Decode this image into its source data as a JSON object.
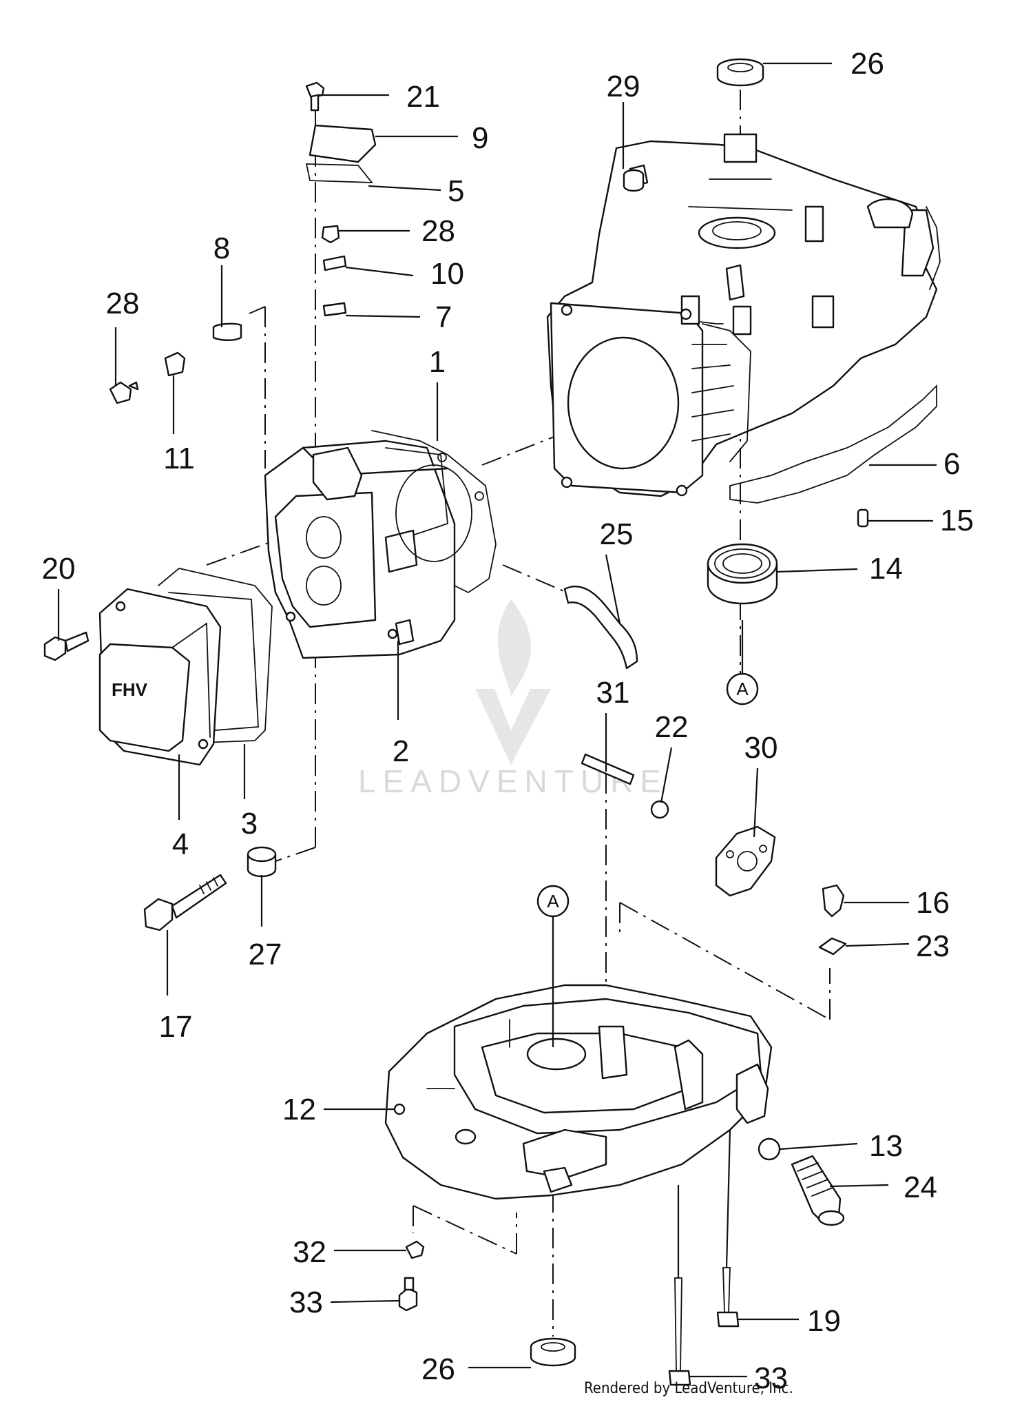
{
  "callouts": [
    {
      "id": "c26a",
      "label": "26"
    },
    {
      "id": "c29",
      "label": "29"
    },
    {
      "id": "c21",
      "label": "21"
    },
    {
      "id": "c9",
      "label": "9"
    },
    {
      "id": "c5",
      "label": "5"
    },
    {
      "id": "c28a",
      "label": "28"
    },
    {
      "id": "c10",
      "label": "10"
    },
    {
      "id": "c7",
      "label": "7"
    },
    {
      "id": "c8",
      "label": "8"
    },
    {
      "id": "c28b",
      "label": "28"
    },
    {
      "id": "c11",
      "label": "11"
    },
    {
      "id": "c1",
      "label": "1"
    },
    {
      "id": "c6",
      "label": "6"
    },
    {
      "id": "c15",
      "label": "15"
    },
    {
      "id": "c14",
      "label": "14"
    },
    {
      "id": "c25",
      "label": "25"
    },
    {
      "id": "c20",
      "label": "20"
    },
    {
      "id": "c2",
      "label": "2"
    },
    {
      "id": "c31",
      "label": "31"
    },
    {
      "id": "c22",
      "label": "22"
    },
    {
      "id": "c30",
      "label": "30"
    },
    {
      "id": "c3",
      "label": "3"
    },
    {
      "id": "c4",
      "label": "4"
    },
    {
      "id": "c27",
      "label": "27"
    },
    {
      "id": "c17",
      "label": "17"
    },
    {
      "id": "c16",
      "label": "16"
    },
    {
      "id": "c23",
      "label": "23"
    },
    {
      "id": "c12",
      "label": "12"
    },
    {
      "id": "c13",
      "label": "13"
    },
    {
      "id": "c24",
      "label": "24"
    },
    {
      "id": "c32",
      "label": "32"
    },
    {
      "id": "c19",
      "label": "19"
    },
    {
      "id": "c33a",
      "label": "33"
    },
    {
      "id": "c33b",
      "label": "33"
    },
    {
      "id": "c26b",
      "label": "26"
    }
  ],
  "reference_markers": [
    {
      "id": "refA1",
      "label": "A"
    },
    {
      "id": "refA2",
      "label": "A"
    }
  ],
  "watermark": "LEADVENTURE",
  "credit": "Rendered by LeadVenture, Inc."
}
